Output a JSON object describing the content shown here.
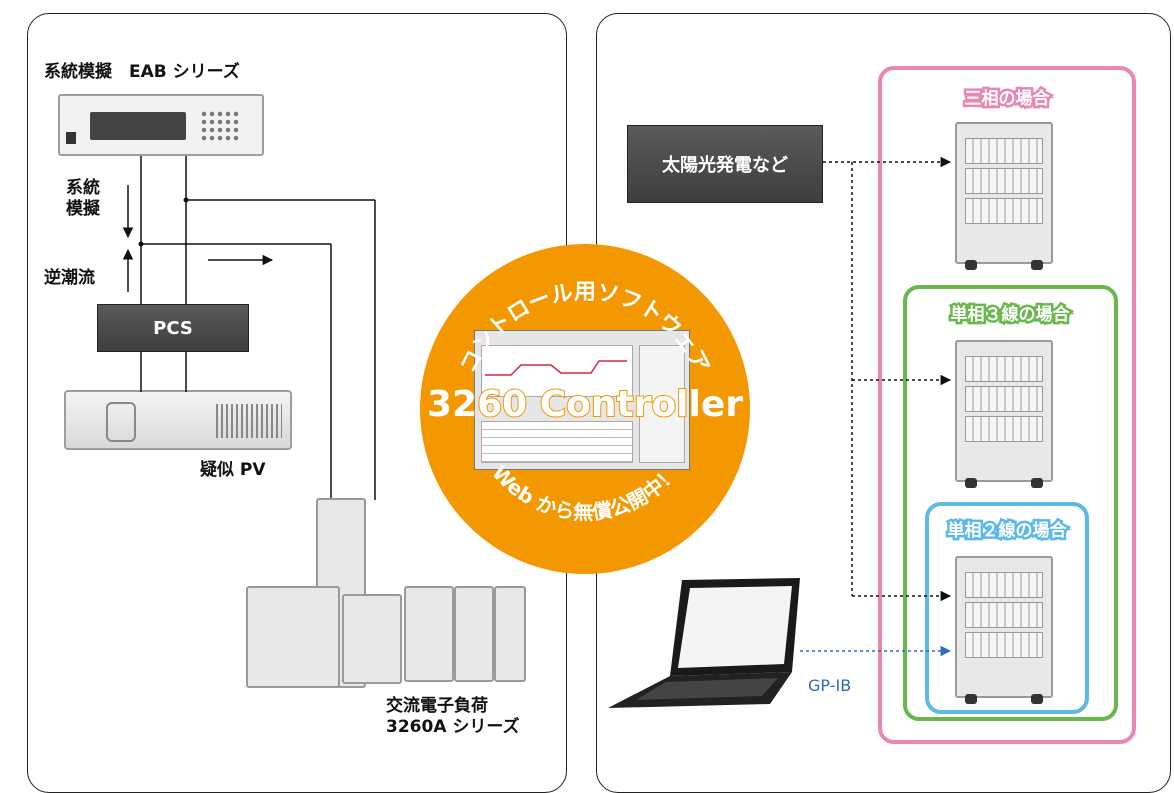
{
  "left": {
    "eab_label": "系統模擬　EAB シリーズ",
    "system_sim_label": "系統\n模擬",
    "reverse_flow_label": "逆潮流",
    "pcs_label": "PCS",
    "pv_label": "疑似 PV",
    "load_label_line1": "交流電子負荷",
    "load_label_line2": "3260A シリーズ"
  },
  "center": {
    "arc_text": "コントロール用ソフトウェア",
    "title": "3260 Controller",
    "bottom_text": "Web から無償公開中！"
  },
  "right": {
    "solar_label": "太陽光発電など",
    "three_phase_label": "三相の場合",
    "single3_label": "単相３線の場合",
    "single2_label": "単相２線の場合",
    "gpib_label": "GP-IB"
  },
  "colors": {
    "pink": "#e887b4",
    "green": "#6ab74d",
    "blue": "#5db9e6",
    "orange": "#f39800",
    "gpib_blue": "#2d6db5"
  }
}
